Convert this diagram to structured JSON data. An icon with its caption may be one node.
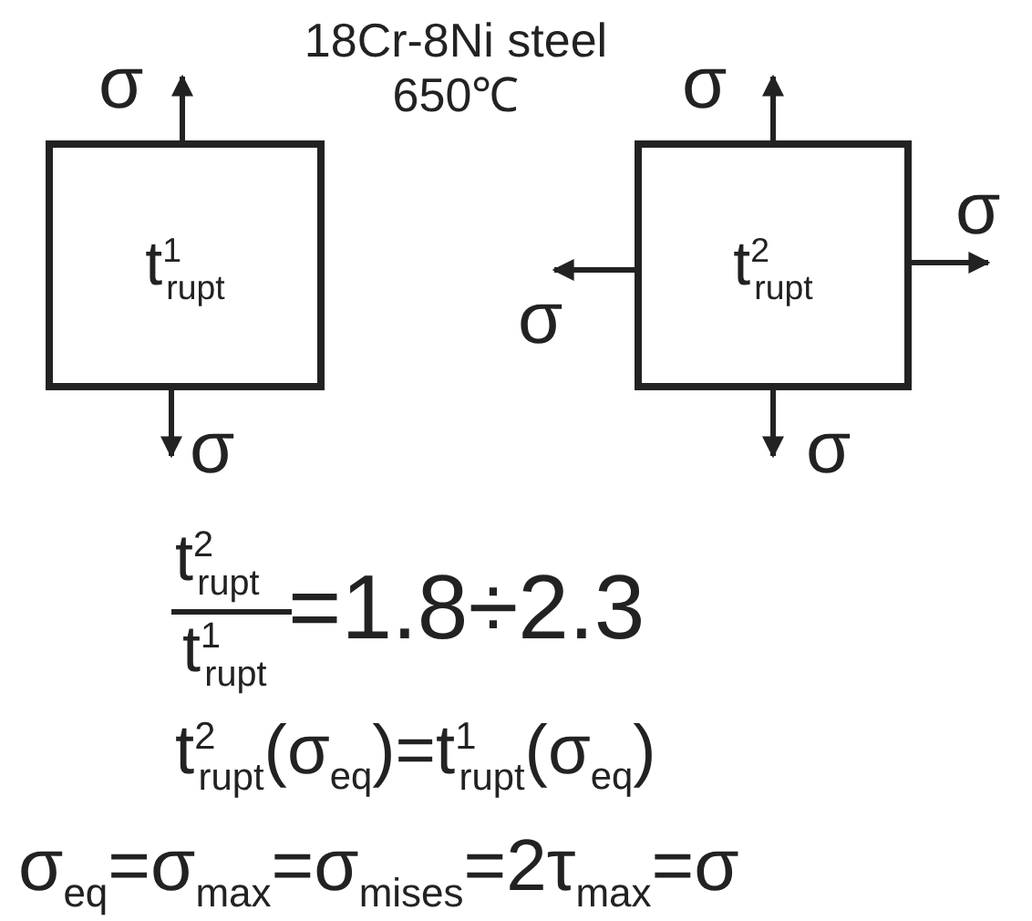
{
  "diagram": {
    "nodes": [
      {
        "text": [
          "t$^{1}$$_{rupt}$"
        ]
      },
      {
        "text": [
          "t$^{2}$$_{rupt}$"
        ]
      }
    ],
    "edges": [],
    "labels": [
      "σ",
      "18Cr-8Ni steel 650℃",
      "σ",
      "σ",
      "σ",
      "σ",
      "σ",
      "t$^{2}$$_{rupt}$",
      "t$^{1}$$_{rupt}$",
      "=1.8÷2.3",
      "t$^{2}$$_{rupt}$(σ$_{eq}$)=t$^{1}$$_{rupt}$(σ$_{eq}$)",
      "σ$_{eq}$=σ$_{max}$=σ$_{mises}$=2τ$_{max}$=σ"
    ]
  }
}
